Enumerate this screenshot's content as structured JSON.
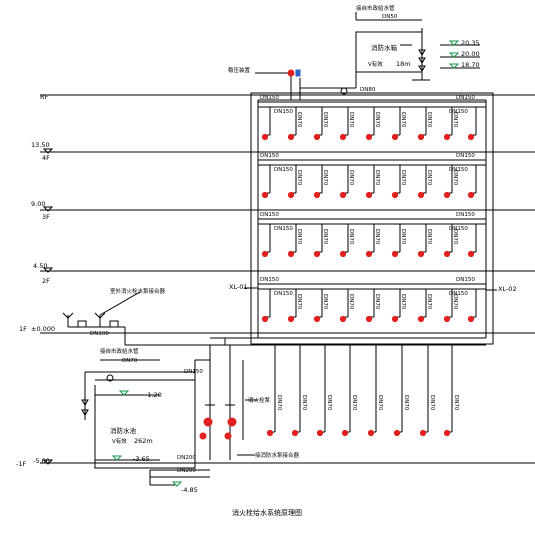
{
  "levels": {
    "rf": {
      "name": "RF"
    },
    "f4": {
      "elev": "13.50",
      "name": "4F"
    },
    "f3": {
      "elev": "9.00",
      "name": "3F"
    },
    "f2": {
      "elev": "4.50",
      "name": "2F"
    },
    "f1": {
      "name": "1F",
      "elev": "±0.000"
    },
    "b1": {
      "name": "-1F",
      "elev": "-5.60"
    }
  },
  "roof_tank": {
    "label": "消防水箱",
    "volume_prefix": "V有效",
    "volume_value": "18m",
    "top_note_line1": "接自市政给水管",
    "top_note_line2": "DN50",
    "levels": [
      "20.35",
      "20.00",
      "18.70"
    ],
    "outlet_pipe": "DN80",
    "booster_label": "稳压装置"
  },
  "branch_labels": {
    "main": "DN150",
    "sub": "DN150",
    "drop": "DN70"
  },
  "risers": {
    "left": "XL-01",
    "right": "XL-02"
  },
  "pump_room": {
    "inlet_note": "接自市政给水管",
    "inlet_pipe": "DN70",
    "tank_label": "消防水池",
    "tank_volume_prefix": "V有效",
    "tank_volume_value": "262m",
    "water_level": "-1.20",
    "bottom_level": "-3.65",
    "pipe_up": "DN150",
    "pump_pipe": "DN200",
    "pump_pipe2": "DN200",
    "pump_label": "消火栓泵",
    "pump_group_note": "接消防水泵接合器",
    "drain_level": "-4.85"
  },
  "adapter": {
    "label": "室外消火栓水泵接合器",
    "pipe": "DN100"
  },
  "title": "消火栓给水系统原理图"
}
